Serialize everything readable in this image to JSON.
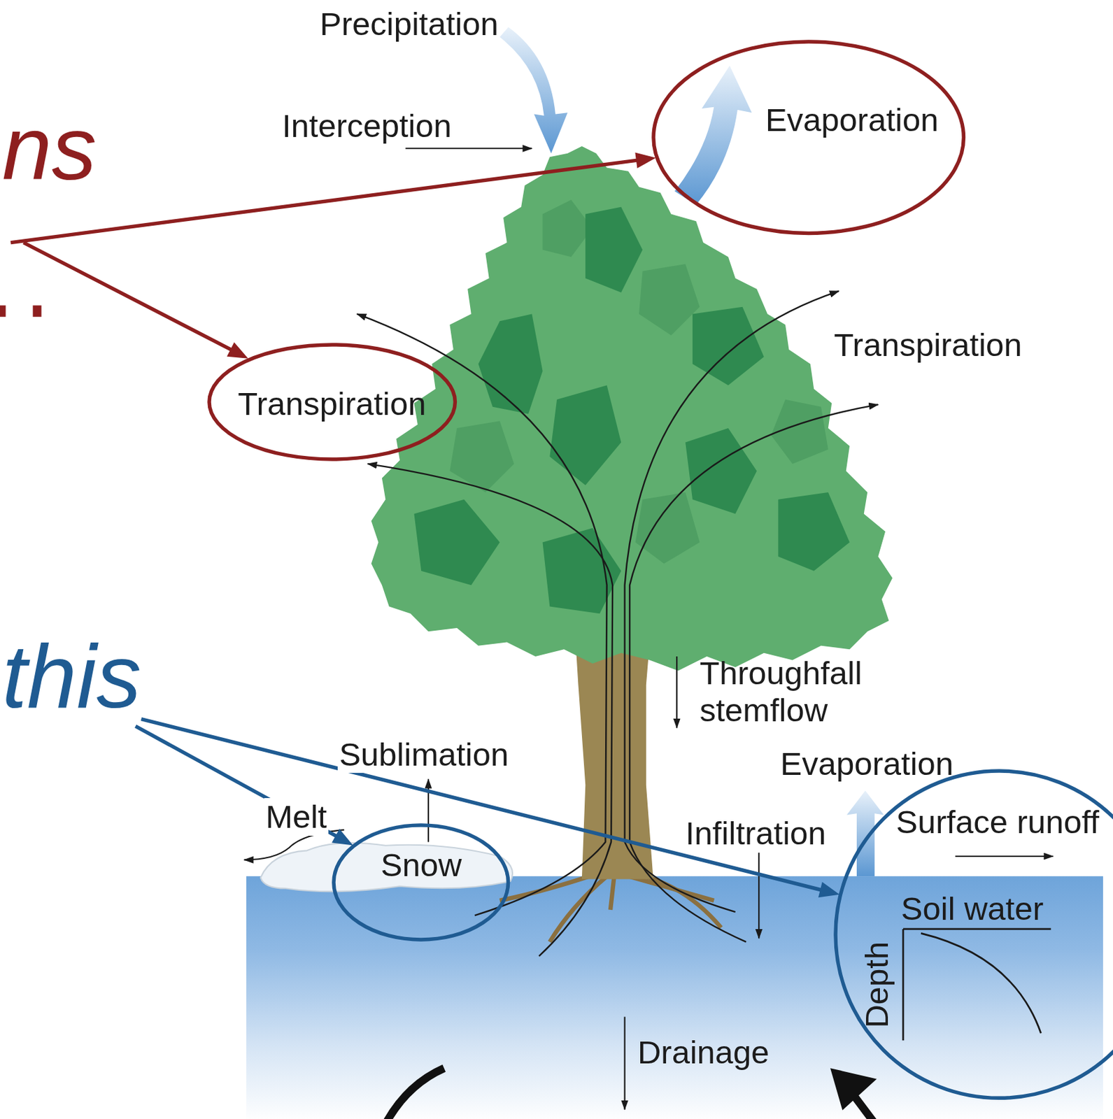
{
  "diagram": {
    "nodes": [
      {
        "text": [
          "ns"
        ]
      },
      {
        "text": [
          "Evaporation"
        ]
      },
      {
        "text": [
          "Transpiration"
        ]
      },
      {
        "text": [
          "this"
        ]
      },
      {
        "text": [
          "Snow"
        ]
      },
      {
        "text": [
          "Surface runoff",
          "Soil water",
          "Depth"
        ]
      }
    ],
    "edges": [
      {
        "from": 0,
        "to": 1,
        "arrow": "to"
      },
      {
        "from": 0,
        "to": 2,
        "arrow": "to"
      },
      {
        "from": 3,
        "to": 4,
        "arrow": "to"
      },
      {
        "from": 3,
        "to": 5,
        "arrow": "to"
      }
    ],
    "labels": [
      "Precipitation",
      "Interception",
      "Transpiration",
      "Throughfall stemflow",
      "Sublimation",
      "Melt",
      "Evaporation",
      "Infiltration",
      "Drainage"
    ]
  }
}
